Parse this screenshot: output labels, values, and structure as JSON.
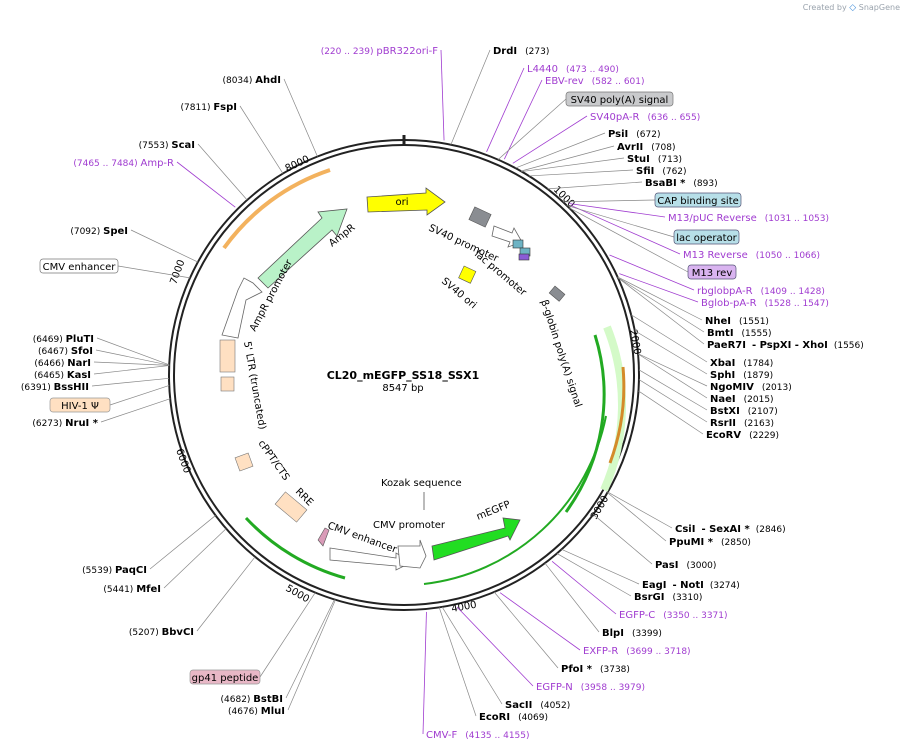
{
  "credit": {
    "prefix": "Created by",
    "app": "SnapGene"
  },
  "plasmid": {
    "name": "CL20_mEGFP_SS18_SSX1",
    "length": "8547 bp",
    "total_bp": 8547
  },
  "colors": {
    "primer": "#a03cd0",
    "site": "#000000",
    "ring": "#222222",
    "orange": "#f3b25e",
    "green_light": "#b9f2c8",
    "green": "#22dd22",
    "yellow": "#ffff00",
    "gray": "#8a8d92",
    "peach": "#ffe0c2"
  },
  "ticks": [
    "1000",
    "2000",
    "3000",
    "4000",
    "5000",
    "6000",
    "7000",
    "8000"
  ],
  "sites": [
    {
      "name": "DrdI",
      "pos": "(273)",
      "bp": 273,
      "star": ""
    },
    {
      "name": "PsiI",
      "pos": "(672)",
      "bp": 672,
      "star": ""
    },
    {
      "name": "AvrII",
      "pos": "(708)",
      "bp": 708,
      "star": ""
    },
    {
      "name": "StuI",
      "pos": "(713)",
      "bp": 713,
      "star": ""
    },
    {
      "name": "SfiI",
      "pos": "(762)",
      "bp": 762,
      "star": ""
    },
    {
      "name": "BsaBI",
      "pos": "(893)",
      "bp": 893,
      "star": "*"
    },
    {
      "name": "NheI",
      "pos": "(1551)",
      "bp": 1551,
      "star": ""
    },
    {
      "name": "BmtI",
      "pos": "(1555)",
      "bp": 1555,
      "star": ""
    },
    {
      "name": "PaeR7I",
      "pos": "",
      "bp": 1556,
      "star": "",
      "extra": "- PspXI   - XhoI",
      "extrapos": "(1556)"
    },
    {
      "name": "XbaI",
      "pos": "(1784)",
      "bp": 1784,
      "star": ""
    },
    {
      "name": "SphI",
      "pos": "(1879)",
      "bp": 1879,
      "star": ""
    },
    {
      "name": "NgoMIV",
      "pos": "(2013)",
      "bp": 2013,
      "star": ""
    },
    {
      "name": "NaeI",
      "pos": "(2015)",
      "bp": 2015,
      "star": ""
    },
    {
      "name": "BstXI",
      "pos": "(2107)",
      "bp": 2107,
      "star": ""
    },
    {
      "name": "RsrII",
      "pos": "(2163)",
      "bp": 2163,
      "star": ""
    },
    {
      "name": "EcoRV",
      "pos": "(2229)",
      "bp": 2229,
      "star": ""
    },
    {
      "name": "CsiI",
      "pos": "",
      "bp": 2846,
      "star": "",
      "extra": "- SexAI *",
      "extrapos": "(2846)"
    },
    {
      "name": "PpuMI",
      "pos": "(2850)",
      "bp": 2850,
      "star": "*"
    },
    {
      "name": "PasI",
      "pos": "(3000)",
      "bp": 3000,
      "star": ""
    },
    {
      "name": "EagI",
      "pos": "",
      "bp": 3274,
      "star": "",
      "extra": "- NotI",
      "extrapos": "(3274)"
    },
    {
      "name": "BsrGI",
      "pos": "(3310)",
      "bp": 3310,
      "star": ""
    },
    {
      "name": "BlpI",
      "pos": "(3399)",
      "bp": 3399,
      "star": ""
    },
    {
      "name": "PfoI",
      "pos": "(3738)",
      "bp": 3738,
      "star": "*"
    },
    {
      "name": "SacII",
      "pos": "(4052)",
      "bp": 4052,
      "star": ""
    },
    {
      "name": "EcoRI",
      "pos": "(4069)",
      "bp": 4069,
      "star": ""
    },
    {
      "name": "MluI",
      "pos": "(4676)",
      "bp": 4676,
      "star": ""
    },
    {
      "name": "BstBI",
      "pos": "(4682)",
      "bp": 4682,
      "star": ""
    },
    {
      "name": "BbvCI",
      "pos": "(5207)",
      "bp": 5207,
      "star": ""
    },
    {
      "name": "MfeI",
      "pos": "(5441)",
      "bp": 5441,
      "star": ""
    },
    {
      "name": "PaqCI",
      "pos": "(5539)",
      "bp": 5539,
      "star": ""
    },
    {
      "name": "NruI",
      "pos": "(6273)",
      "bp": 6273,
      "star": "*"
    },
    {
      "name": "BssHII",
      "pos": "(6391)",
      "bp": 6391,
      "star": ""
    },
    {
      "name": "KasI",
      "pos": "(6465)",
      "bp": 6465,
      "star": ""
    },
    {
      "name": "NarI",
      "pos": "(6466)",
      "bp": 6466,
      "star": ""
    },
    {
      "name": "SfoI",
      "pos": "(6467)",
      "bp": 6467,
      "star": ""
    },
    {
      "name": "PluTI",
      "pos": "(6469)",
      "bp": 6469,
      "star": ""
    },
    {
      "name": "SpeI",
      "pos": "(7092)",
      "bp": 7092,
      "star": ""
    },
    {
      "name": "ScaI",
      "pos": "(7553)",
      "bp": 7553,
      "star": ""
    },
    {
      "name": "FspI",
      "pos": "(7811)",
      "bp": 7811,
      "star": ""
    },
    {
      "name": "AhdI",
      "pos": "(8034)",
      "bp": 8034,
      "star": ""
    }
  ],
  "primers": [
    {
      "name": "pBR322ori-F",
      "range": "(220 .. 239)",
      "bp": 230
    },
    {
      "name": "L4440",
      "range": "(473 .. 490)",
      "bp": 482
    },
    {
      "name": "EBV-rev",
      "range": "(582 .. 601)",
      "bp": 592
    },
    {
      "name": "SV40pA-R",
      "range": "(636 .. 655)",
      "bp": 646
    },
    {
      "name": "M13/pUC Reverse",
      "range": "(1031 .. 1053)",
      "bp": 1042
    },
    {
      "name": "M13 Reverse",
      "range": "(1050 .. 1066)",
      "bp": 1058
    },
    {
      "name": "rbglobpA-R",
      "range": "(1409 .. 1428)",
      "bp": 1418
    },
    {
      "name": "Bglob-pA-R",
      "range": "(1528 .. 1547)",
      "bp": 1538
    },
    {
      "name": "EGFP-C",
      "range": "(3350 .. 3371)",
      "bp": 3360
    },
    {
      "name": "EXFP-R",
      "range": "(3699 .. 3718)",
      "bp": 3708
    },
    {
      "name": "EGFP-N",
      "range": "(3958 .. 3979)",
      "bp": 3968
    },
    {
      "name": "CMV-F",
      "range": "(4135 .. 4155)",
      "bp": 4145
    },
    {
      "name": "Amp-R",
      "range": "(7465 .. 7484)",
      "bp": 7475
    }
  ],
  "boxes": [
    {
      "name": "SV40 poly(A) signal",
      "style": "gray",
      "bp": 560
    },
    {
      "name": "CAP binding site",
      "style": "teal",
      "bp": 1010
    },
    {
      "name": "lac operator",
      "style": "teal",
      "bp": 1040
    },
    {
      "name": "M13 rev",
      "style": "purple",
      "bp": 1060
    },
    {
      "name": "CMV enhancer",
      "style": "white",
      "bp": 6990
    },
    {
      "name": "HIV-1 Ψ",
      "style": "peach",
      "bp": 6350
    },
    {
      "name": "gp41 peptide",
      "style": "pink",
      "bp": 4800
    }
  ],
  "features": {
    "ori": "ori",
    "ampr": "AmpR",
    "ampr_promoter": "AmpR promoter",
    "sv40_promoter": "SV40 promoter",
    "lac_promoter": "lac promoter",
    "sv40_ori": "SV40 ori",
    "bglobin": "β-globin poly(A) signal",
    "ltr": "5' LTR (truncated)",
    "cppt": "cPPT/CTS",
    "rre": "RRE",
    "cmv_enhancer": "CMV enhancer",
    "cmv_promoter": "CMV promoter",
    "kozak": "Kozak sequence",
    "megfp": "mEGFP"
  }
}
